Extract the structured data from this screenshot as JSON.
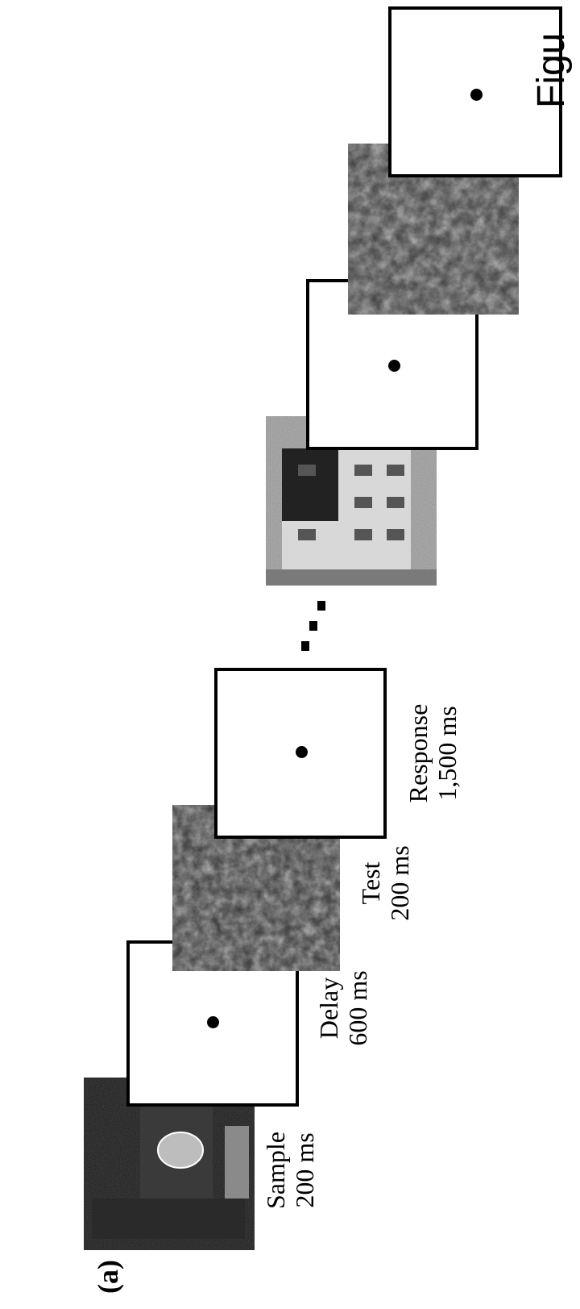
{
  "header": {
    "figure_title": "Figu",
    "panel_label": "(a)"
  },
  "sequence": [
    {
      "id": "sample",
      "name": "Sample",
      "duration": "200 ms"
    },
    {
      "id": "delay",
      "name": "Delay",
      "duration": "600 ms"
    },
    {
      "id": "test",
      "name": "Test",
      "duration": "200 ms"
    },
    {
      "id": "response",
      "name": "Response",
      "duration": "1,500 ms"
    }
  ],
  "continuation": "..."
}
